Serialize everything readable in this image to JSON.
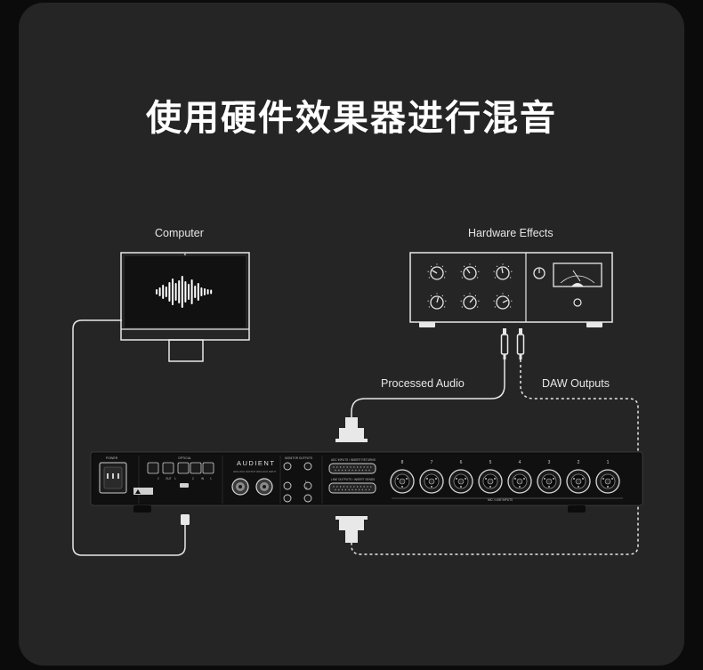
{
  "title": "使用硬件效果器进行混音",
  "labels": {
    "computer": "Computer",
    "hardware_effects": "Hardware Effects",
    "processed_audio": "Processed Audio",
    "daw_outputs": "DAW Outputs"
  },
  "device": {
    "brand": "AUDIENT",
    "power_label": "POWER",
    "optical_label": "OPTICAL",
    "optical_port_labels": [
      "2",
      "OUT",
      "1",
      "2",
      "IN",
      "1"
    ],
    "wordclock_out": "W/CLOCK OUTPUT",
    "wordclock_in": "W/CLOCK INPUT",
    "monitor_outputs": "MONITOR OUTPUTS",
    "monitor_labels": [
      "L",
      "R"
    ],
    "adc_label": "ADC INPUTS / INSERT RETURNS",
    "line_label": "LINE OUTPUTS / INSERT SENDS",
    "channels": [
      "8",
      "7",
      "6",
      "5",
      "4",
      "3",
      "2",
      "1"
    ],
    "mic_line_label": "MIC / LINE INPUTS"
  }
}
